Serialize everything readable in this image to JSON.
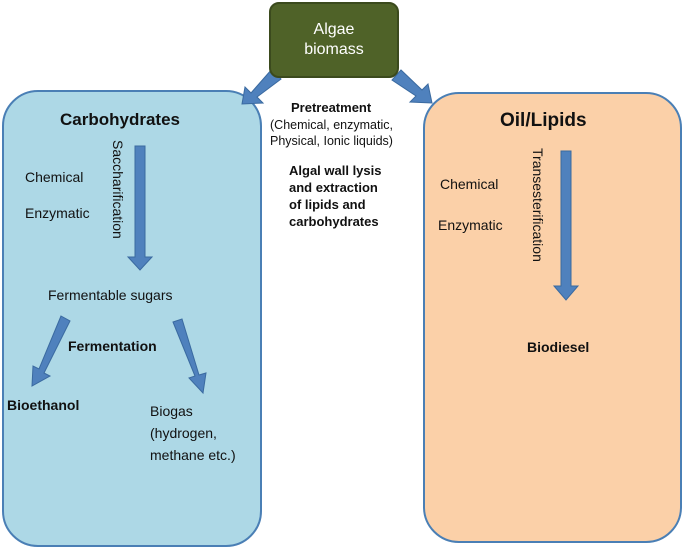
{
  "algae": {
    "line1": "Algae",
    "line2": "biomass"
  },
  "center": {
    "pretreatment": "Pretreatment",
    "pretreatment_detail_1": "(Chemical, enzymatic,",
    "pretreatment_detail_2": "Physical, Ionic liquids)",
    "lysis_1": "Algal wall lysis",
    "lysis_2": "and extraction",
    "lysis_3": "of lipids and",
    "lysis_4": "carbohydrates"
  },
  "carbohydrates": {
    "title": "Carbohydrates",
    "chemical": "Chemical",
    "enzymatic": "Enzymatic",
    "process": "Saccharification",
    "intermediate": "Fermentable sugars",
    "fermentation": "Fermentation",
    "bioethanol": "Bioethanol",
    "biogas_1": "Biogas",
    "biogas_2": "(hydrogen,",
    "biogas_3": "methane etc.)"
  },
  "oil": {
    "title": "Oil/Lipids",
    "chemical": "Chemical",
    "enzymatic": "Enzymatic",
    "process": "Transesterification",
    "product": "Biodiesel"
  },
  "colors": {
    "algae_fill": "#4f6228",
    "carb_fill": "#add8e6",
    "oil_fill": "#fbd0a8",
    "arrow_fill": "#4f81bd",
    "border": "#4a7fb5"
  }
}
